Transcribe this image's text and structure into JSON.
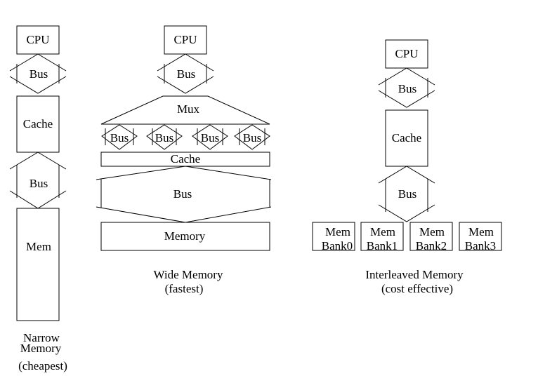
{
  "narrow": {
    "cpu": "CPU",
    "bus1": "Bus",
    "cache": "Cache",
    "bus2": "Bus",
    "mem": "Mem",
    "caption_line1": "Narrow",
    "caption_line2": "Memory",
    "caption_line3": "(cheapest)"
  },
  "wide": {
    "cpu": "CPU",
    "bus1": "Bus",
    "mux": "Mux",
    "buses": [
      "Bus",
      "Bus",
      "Bus",
      "Bus"
    ],
    "cache": "Cache",
    "bus2": "Bus",
    "memory": "Memory",
    "caption_line1": "Wide Memory",
    "caption_line2": "(fastest)"
  },
  "interleaved": {
    "cpu": "CPU",
    "bus1": "Bus",
    "cache": "Cache",
    "bus2": "Bus",
    "banks": [
      {
        "line1": "Mem",
        "line2": "Bank0"
      },
      {
        "line1": "Mem",
        "line2": "Bank1"
      },
      {
        "line1": "Mem",
        "line2": "Bank2"
      },
      {
        "line1": "Mem",
        "line2": "Bank3"
      }
    ],
    "caption_line1": "Interleaved Memory",
    "caption_line2": "(cost effective)"
  }
}
